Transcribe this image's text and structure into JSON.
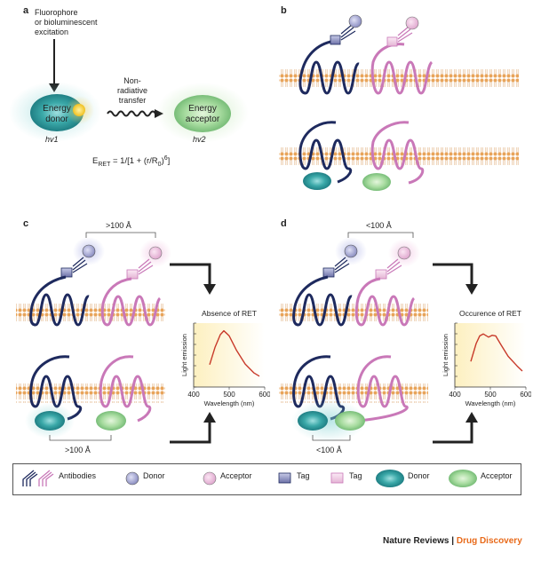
{
  "panels": {
    "a": {
      "label": "a",
      "excitation": [
        "Fluorophore",
        "or bioluminescent",
        "excitation"
      ],
      "transfer": [
        "Non-",
        "radiative",
        "transfer"
      ],
      "donor": [
        "Energy",
        "donor"
      ],
      "acceptor": [
        "Energy",
        "acceptor"
      ],
      "hv1": "hv1",
      "hv2": "hv2",
      "formula_prefix": "E",
      "formula_sub": "RET",
      "formula_mid": " = 1/[1 + (r/R",
      "formula_sub2": "0",
      "formula_end": ")",
      "formula_sup": "6",
      "formula_close": "]"
    },
    "b": {
      "label": "b"
    },
    "c": {
      "label": "c",
      "distance_top": ">100 Å",
      "distance_bottom": ">100 Å"
    },
    "d": {
      "label": "d",
      "distance_top": "<100 Å",
      "distance_bottom": "<100 Å"
    }
  },
  "chart_data": [
    {
      "type": "line",
      "title": "Absence of RET",
      "xlabel": "Wavelength (nm)",
      "ylabel": "Light emission",
      "xticks": [
        "400",
        "500",
        "600"
      ],
      "xlim": [
        400,
        600
      ],
      "ylim": [
        0,
        1
      ],
      "x": [
        445,
        460,
        475,
        485,
        500,
        520,
        545,
        570,
        585
      ],
      "y": [
        0.35,
        0.62,
        0.82,
        0.88,
        0.8,
        0.58,
        0.36,
        0.22,
        0.17
      ]
    },
    {
      "type": "line",
      "title": "Occurence of RET",
      "xlabel": "Wavelength (nm)",
      "ylabel": "Light emission",
      "xticks": [
        "400",
        "500",
        "600"
      ],
      "xlim": [
        400,
        600
      ],
      "ylim": [
        0,
        1
      ],
      "x": [
        445,
        460,
        470,
        480,
        495,
        505,
        515,
        530,
        550,
        575,
        590
      ],
      "y": [
        0.4,
        0.68,
        0.8,
        0.83,
        0.78,
        0.81,
        0.8,
        0.66,
        0.48,
        0.33,
        0.25
      ]
    }
  ],
  "legend": {
    "antibodies": "Antibodies",
    "donor": "Donor",
    "acceptor": "Acceptor",
    "tag1": "Tag",
    "tag2": "Tag",
    "donor2": "Donor",
    "acceptor2": "Acceptor"
  },
  "footer": {
    "journal": "Nature Reviews",
    "separator": " | ",
    "section": "Drug Discovery"
  },
  "colors": {
    "navy": "#1e2a5e",
    "pink": "#c978b8",
    "teal": "#2a9a9a",
    "green": "#7cc47c",
    "membrane": "#e8b070",
    "curve": "#c83a2a",
    "orange": "#e86a1a"
  }
}
